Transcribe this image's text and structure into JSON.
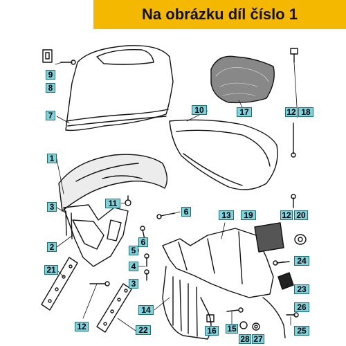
{
  "banner": {
    "text": "Na obrázku díl číslo 1",
    "color": "#f5b800"
  },
  "callout_style": {
    "fill": "#7fd3dc",
    "border": "#1f6f78"
  },
  "callouts": [
    "9",
    "8",
    "7",
    "10",
    "17",
    "12",
    "18",
    "1",
    "3",
    "11",
    "6",
    "13",
    "19",
    "12",
    "20",
    "6",
    "2",
    "5",
    "4",
    "21",
    "3",
    "24",
    "23",
    "12",
    "14",
    "22",
    "15",
    "16",
    "28",
    "27",
    "26",
    "25"
  ]
}
